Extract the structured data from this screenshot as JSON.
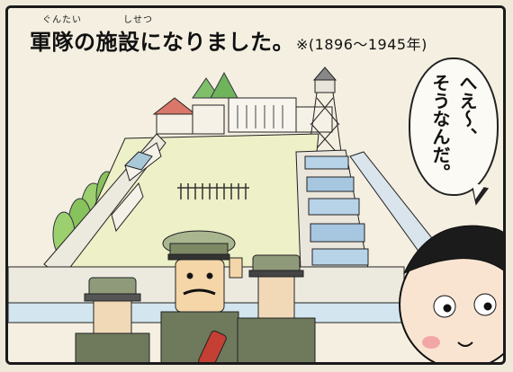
{
  "caption": {
    "ruby_1": "ぐんたい",
    "ruby_2": "しせつ",
    "text": "軍隊の施設になりました。",
    "note": "※(1896〜1945年)"
  },
  "speech_bubble": {
    "text": "へえ〜、\nそうなんだ。"
  }
}
